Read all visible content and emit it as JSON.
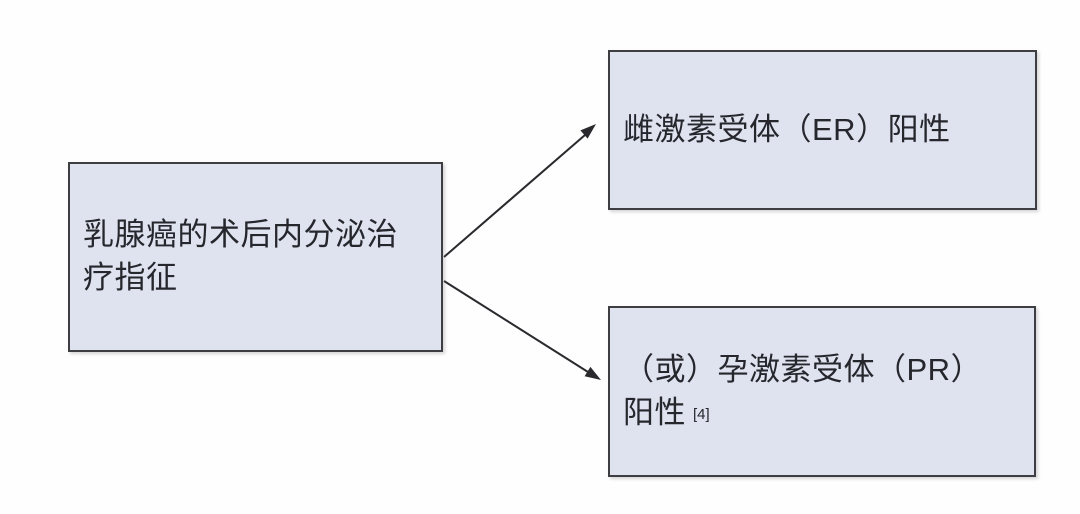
{
  "diagram": {
    "type": "flowchart",
    "colors": {
      "node_fill": "#dee3ef",
      "node_border": "#3d3d42",
      "text": "#26262d",
      "arrow": "#2a2a2e",
      "background": "#fefefe"
    },
    "nodes": {
      "source": {
        "label": "乳腺癌的术后内分泌治\n疗指征"
      },
      "er": {
        "label": "雌激素受体（ER）阳性"
      },
      "pr": {
        "label": "（或）孕激素受体（PR）\n阳性",
        "ref": "[4]"
      }
    },
    "connectors": [
      {
        "from": "source",
        "to": "er"
      },
      {
        "from": "source",
        "to": "pr"
      }
    ]
  }
}
